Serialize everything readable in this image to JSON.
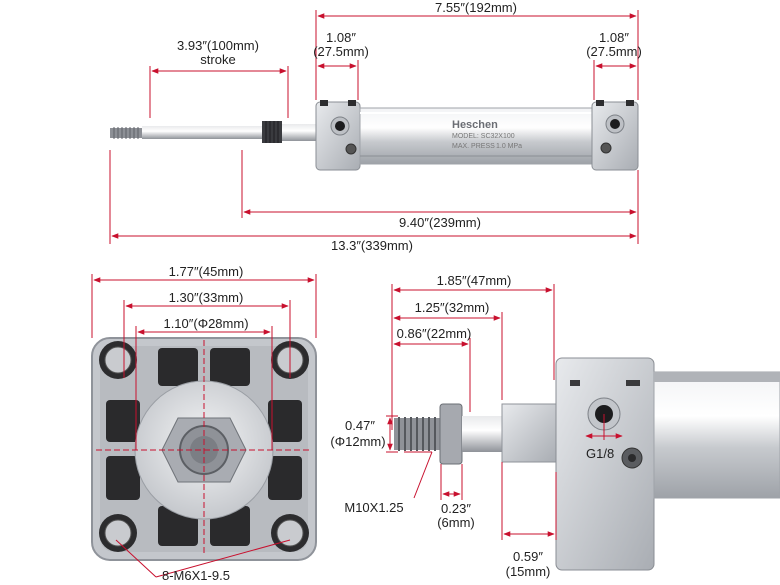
{
  "colors": {
    "dimension_line": "#c8102e",
    "text": "#222222",
    "metal": "#c9ccd1",
    "dark": "#2b2b2b"
  },
  "top_view": {
    "overall_width": "7.55″(192mm)",
    "stroke": "3.93″(100mm)",
    "stroke_label": "stroke",
    "left_cap_line1": "1.08″",
    "left_cap_line2": "(27.5mm)",
    "right_cap_line1": "1.08″",
    "right_cap_line2": "(27.5mm)",
    "length_9_40": "9.40″(239mm)",
    "length_13_3": "13.3″(339mm)",
    "brand": "Heschen",
    "model": "MODEL: SC32X100",
    "max_press": "MAX. PRESS",
    "pressure": "1.0 MPa"
  },
  "front_view": {
    "width_45": "1.77″(45mm)",
    "spacing_33": "1.30″(33mm)",
    "bore_28": "1.10″(Φ28mm)",
    "screws": "8-M6X1-9.5"
  },
  "side_view": {
    "len_47": "1.85″(47mm)",
    "len_32": "1.25″(32mm)",
    "len_22": "0.86″(22mm)",
    "dia_line1": "0.47″",
    "dia_line2": "(Φ12mm)",
    "thread": "M10X1.25",
    "nut_line1": "0.23″",
    "nut_line2": "(6mm)",
    "port": "G1/8",
    "shoulder_line1": "0.59″",
    "shoulder_line2": "(15mm)"
  }
}
